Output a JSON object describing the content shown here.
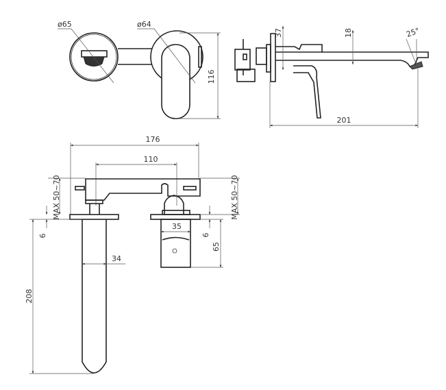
{
  "top_view": {
    "diameter_left": "ø65",
    "diameter_right": "ø64",
    "height": "116"
  },
  "side_view": {
    "plate_height": "37",
    "spout_height": "18",
    "angle": "25°",
    "length": "201"
  },
  "front_view": {
    "overall_width": "176",
    "center_distance": "110",
    "wall_depth_left": "MAX 50~70",
    "wall_depth_right": "MAX 50~70",
    "plate_thickness_left": "6",
    "spout_width": "34",
    "spout_length": "208",
    "handle_width": "35",
    "plate_thickness_right": "6",
    "handle_length": "65"
  },
  "colors": {
    "line": "#222222",
    "background": "#ffffff"
  }
}
